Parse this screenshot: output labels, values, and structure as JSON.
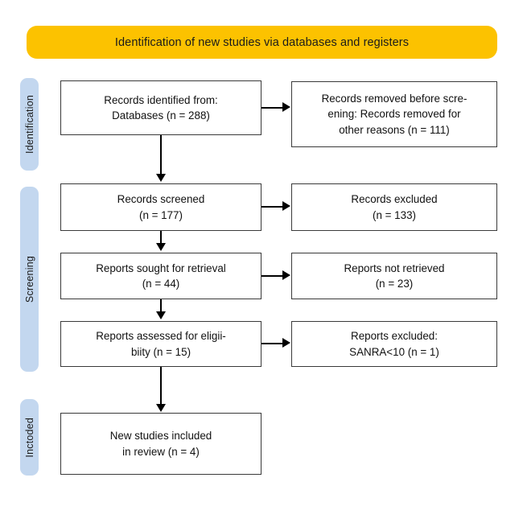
{
  "banner": {
    "title": "Identification of new studies via databases and registers",
    "color": "#FCC200"
  },
  "stages": [
    {
      "id": "identification",
      "label": "Identification",
      "color": "#c3d7ef"
    },
    {
      "id": "screening",
      "label": "Screening",
      "color": "#c3d7ef"
    },
    {
      "id": "included",
      "label": "Inctoded",
      "color": "#c3d7ef"
    }
  ],
  "boxes": {
    "records_identified": {
      "line1": "Records identified from:",
      "line2": "Databases (n = 288)"
    },
    "records_removed": {
      "line1": "Records removed before scre-",
      "line2": "ening: Records removed for",
      "line3": "other reasons (n = 111)"
    },
    "records_screened": {
      "line1": "Records screened",
      "line2": "(n = 177)"
    },
    "records_excluded": {
      "line1": "Records excluded",
      "line2": "(n = 133)"
    },
    "reports_sought": {
      "line1": "Reports sought for retrieval",
      "line2": "(n = 44)"
    },
    "reports_not_retrieved": {
      "line1": "Reports not retrieved",
      "line2": "(n = 23)"
    },
    "reports_assessed": {
      "line1": "Reports assessed for eligii-",
      "line2": "biity (n = 15)"
    },
    "reports_excluded": {
      "line1": "Reports excluded:",
      "line2": "SANRA<10 (n = 1)"
    },
    "new_studies_included": {
      "line1": "New studies included",
      "line2": "in review (n = 4)"
    }
  },
  "flow_data": {
    "type": "prisma-flow-diagram",
    "identified_databases": 288,
    "removed_before_screening": 111,
    "screened": 177,
    "excluded_at_screening": 133,
    "sought_for_retrieval": 44,
    "not_retrieved": 23,
    "assessed_for_eligibility": 15,
    "excluded_at_eligibility": 1,
    "included_in_review": 4
  }
}
